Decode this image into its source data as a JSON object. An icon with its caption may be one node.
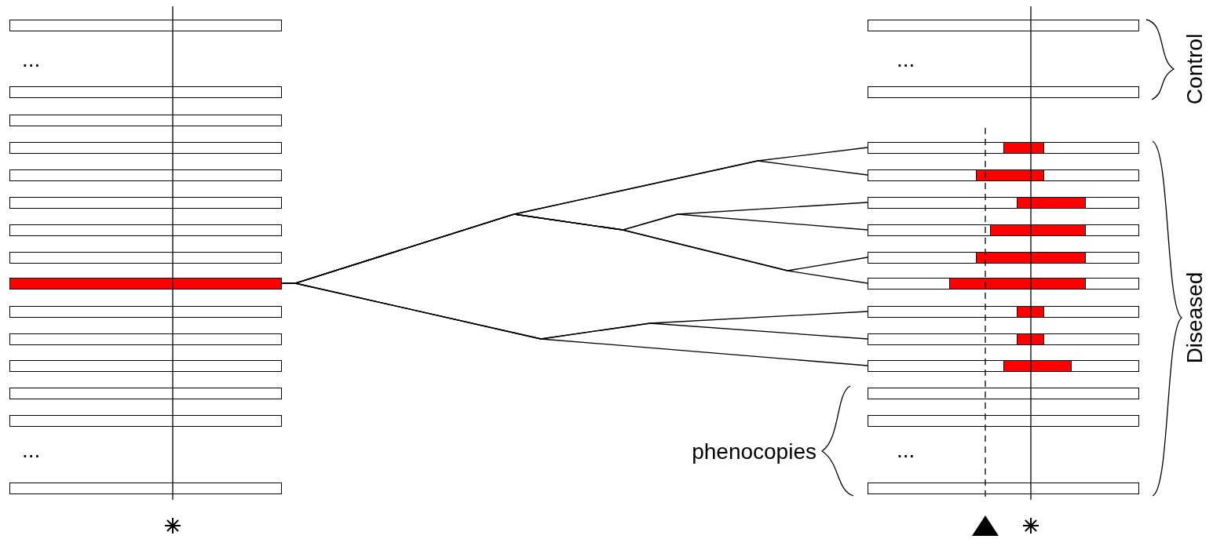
{
  "diagram": {
    "nodes": [
      {
        "text": [],
        "shape": "bar"
      },
      {
        "text": [],
        "shape": "bar"
      },
      {
        "text": [],
        "shape": "bar"
      },
      {
        "text": [],
        "shape": "bar"
      },
      {
        "text": [],
        "shape": "bar"
      },
      {
        "text": [],
        "shape": "bar"
      },
      {
        "text": [],
        "shape": "bar"
      },
      {
        "text": [],
        "shape": "bar"
      },
      {
        "text": [],
        "shape": "bar"
      },
      {
        "text": [],
        "shape": "bar"
      },
      {
        "text": [],
        "shape": "bar"
      },
      {
        "text": [],
        "shape": "bar"
      },
      {
        "text": [],
        "shape": "bar"
      },
      {
        "text": [],
        "shape": "bar"
      },
      {
        "text": [],
        "shape": "bar"
      },
      {
        "text": [],
        "shape": "bar"
      },
      {
        "text": [],
        "shape": "bar"
      },
      {
        "text": [],
        "shape": "bar"
      },
      {
        "text": [],
        "shape": "bar"
      },
      {
        "text": [],
        "shape": "bar"
      },
      {
        "text": [],
        "shape": "bar"
      },
      {
        "text": [],
        "shape": "bar"
      },
      {
        "text": [],
        "shape": "bar"
      },
      {
        "text": [],
        "shape": "bar"
      },
      {
        "text": [],
        "shape": "bar"
      },
      {
        "text": [],
        "shape": "bar"
      },
      {
        "text": [],
        "shape": "bar"
      },
      {
        "text": [],
        "shape": "bar"
      },
      {
        "text": [],
        "shape": "bar"
      }
    ],
    "edges": [
      {
        "from": 8,
        "to": 17,
        "arrow": "none"
      },
      {
        "from": 8,
        "to": 18,
        "arrow": "none"
      },
      {
        "from": 8,
        "to": 19,
        "arrow": "none"
      },
      {
        "from": 8,
        "to": 20,
        "arrow": "none"
      },
      {
        "from": 8,
        "to": 21,
        "arrow": "none"
      },
      {
        "from": 8,
        "to": 22,
        "arrow": "none"
      },
      {
        "from": 8,
        "to": 23,
        "arrow": "none"
      },
      {
        "from": 8,
        "to": 24,
        "arrow": "none"
      },
      {
        "from": 8,
        "to": 25,
        "arrow": "none"
      }
    ],
    "labels": [
      "...",
      "...",
      "Control",
      "Diseased",
      "...",
      "phenocopies",
      "..."
    ]
  }
}
